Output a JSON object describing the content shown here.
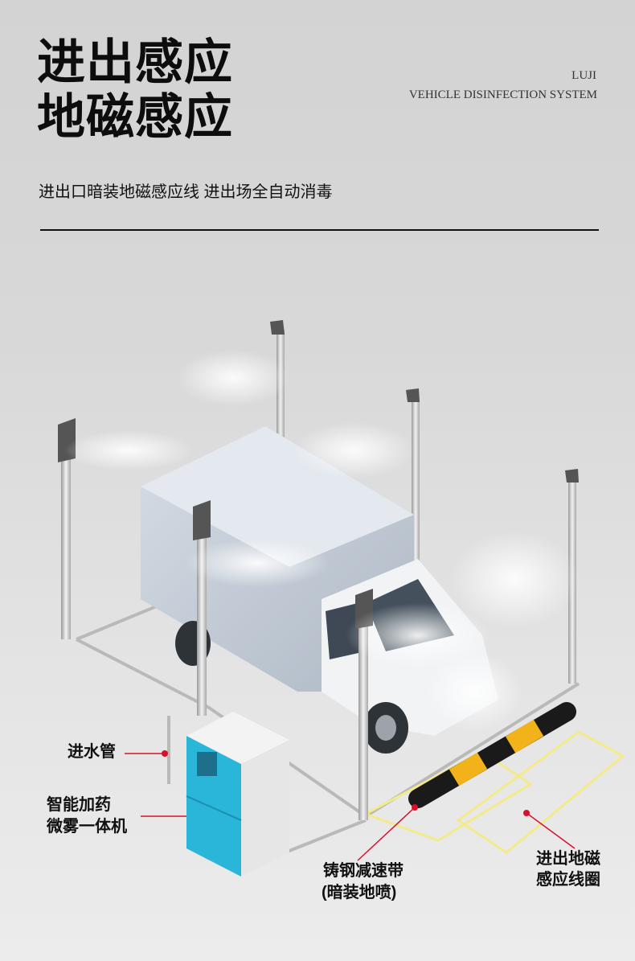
{
  "header": {
    "title_line1": "进出感应",
    "title_line2": "地磁感应",
    "brand": "LUJI",
    "subtitle": "VEHICLE DISINFECTION SYSTEM",
    "tagline": "进出口暗装地磁感应线  进出场全自动消毒"
  },
  "callouts": {
    "water_inlet": "进水管",
    "machine_line1": "智能加药",
    "machine_line2": "微雾一体机",
    "speed_bump_line1": "铸钢减速带",
    "speed_bump_line2": "(暗装地喷)",
    "loop_line1": "进出地磁",
    "loop_line2": "感应线圈"
  },
  "colors": {
    "accent_red": "#d8102a",
    "machine_blue": "#29b6d8",
    "bump_yellow": "#f2b21a",
    "loop_yellow": "#f3ea8a"
  }
}
